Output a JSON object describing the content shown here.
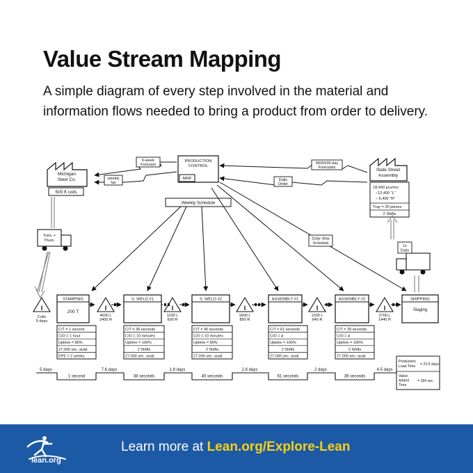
{
  "header": {
    "title": "Value Stream Mapping",
    "subtitle": "A simple diagram of every step involved in the material and information flows needed to bring a product from order to delivery."
  },
  "diagram": {
    "supplier": {
      "name": "Michigan Steel Co.",
      "note": "500 ft coils"
    },
    "customer": {
      "name": "State Street Assembly",
      "data": [
        "18,400 pcs/mo",
        "–12,400 “L”",
        "– 6,400 “R”",
        "Tray = 20 pieces",
        "2 Shifts"
      ]
    },
    "control": {
      "title": "PRODUCTION CONTROL",
      "mrp": "MRP"
    },
    "info_labels": {
      "forecast_6wk": "6-week Forecast",
      "weekly_fax": "weekly fax",
      "forecast_90": "90/60/30 day Forecasts",
      "daily_order": "Daily Order",
      "weekly_schedule": "Weekly Schedule",
      "daily_ship": "Daily Ship Schedule"
    },
    "trucks": {
      "supplier": "Tues. + Thurs.",
      "customer": "1x Daily"
    },
    "inventory": [
      {
        "qty": "Coils 5 days"
      },
      {
        "qty": "4600 L 2400 R"
      },
      {
        "qty": "1100 L 600 R"
      },
      {
        "qty": "1600 L 850 R"
      },
      {
        "qty": "1200 L 640 R"
      },
      {
        "qty": "2700 L 1440 R"
      }
    ],
    "processes": [
      {
        "name": "STAMPING",
        "tool": "200 T",
        "data": [
          "C/T = 1 second",
          "C/O = 1 hour",
          "Uptime = 85%",
          "27,000 sec. avail.",
          "EPE = 2 weeks"
        ]
      },
      {
        "name": "S. WELD #1",
        "tool": "",
        "data": [
          "C/T = 38 seconds",
          "C/O = 10 minutes",
          "Uptime = 100%",
          "2 Shifts",
          "27,000 sec. avail."
        ]
      },
      {
        "name": "S. WELD #2",
        "tool": "",
        "data": [
          "C/T = 45 seconds",
          "C/O = 10 minutes",
          "Uptime = 80%",
          "2 Shifts",
          "27,000 sec. avail."
        ]
      },
      {
        "name": "ASSEMBLY #1",
        "tool": "",
        "data": [
          "C/T = 61 seconds",
          "C/O = ø",
          "Uptime = 100%",
          "2 Shifts",
          "27,000 sec. avail."
        ]
      },
      {
        "name": "ASSEMBLY #2",
        "tool": "",
        "data": [
          "C/T = 39 seconds",
          "C/O = ø",
          "Uptime = 100%",
          "2 Shifts",
          "27,000 sec. avail."
        ]
      }
    ],
    "shipping": {
      "name": "SHIPPING",
      "sub": "Staging"
    },
    "timeline": {
      "wait": [
        "5 days",
        "7.6 days",
        "1.8 days",
        "2.6 days",
        "2 days",
        "4.5 days"
      ],
      "process": [
        "1 second",
        "38 seconds",
        "45 seconds",
        "61 seconds",
        "39 seconds"
      ],
      "summary": {
        "lead_label": "Production Lead Time",
        "lead_value": "= 23.5 days",
        "va_label": "Value-Added Time",
        "va_value": "= 184 sec."
      }
    }
  },
  "footer": {
    "cta_prefix": "Learn more at ",
    "cta_link": "Lean.org/Explore-Lean",
    "logo_text": "lean.org"
  },
  "colors": {
    "footer_bg": "#1d5aa6",
    "link": "#f7d117"
  }
}
